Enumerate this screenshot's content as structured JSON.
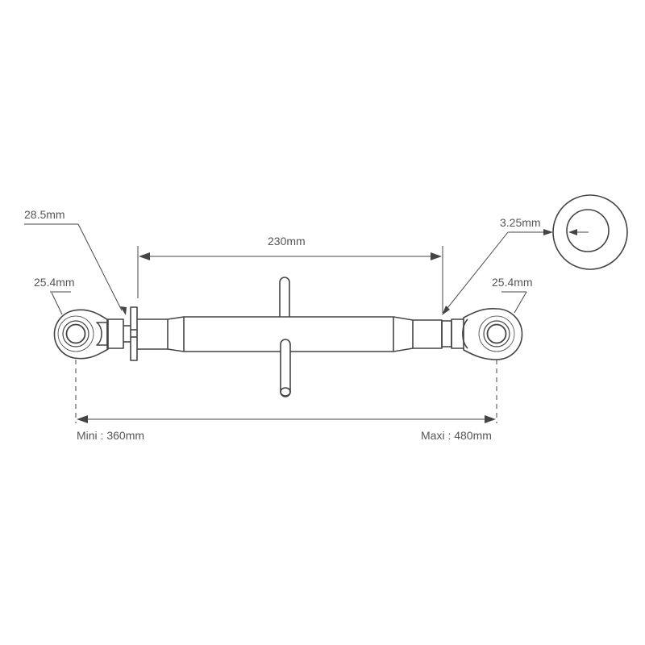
{
  "diagram": {
    "subject": "top-link-turnbuckle",
    "colors": {
      "line": "#444444",
      "text": "#555555",
      "background": "#ffffff"
    },
    "labels": {
      "flange_dia": "28.5mm",
      "left_ball_dia": "25.4mm",
      "body_length": "230mm",
      "thread_dia": "3.25mm",
      "right_ball_dia": "25.4mm",
      "min_length": "Mini : 360mm",
      "max_length": "Maxi : 480mm"
    }
  }
}
